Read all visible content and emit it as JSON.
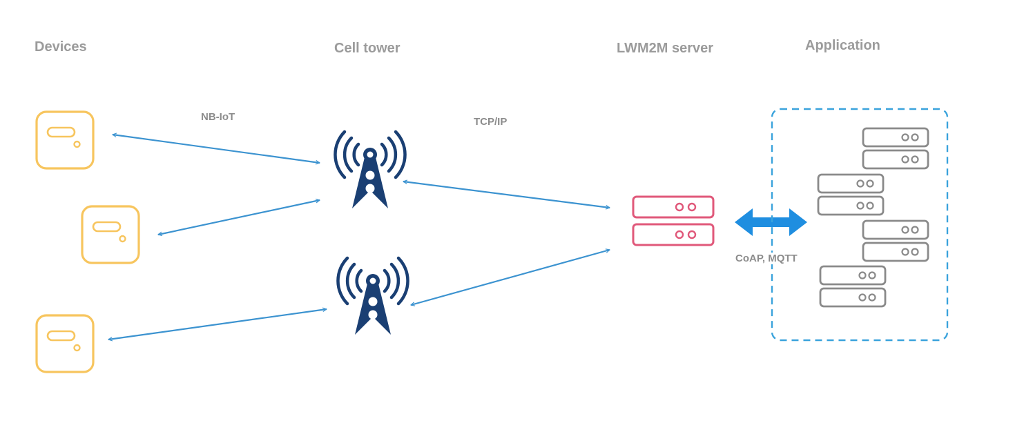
{
  "columns": {
    "devices": "Devices",
    "cell_tower": "Cell tower",
    "server": "LWM2M server",
    "application": "Application"
  },
  "links": {
    "device_to_tower": "NB-IoT",
    "tower_to_server": "TCP/IP",
    "server_to_app": "CoAP, MQTT"
  },
  "colors": {
    "device": "#f7c55e",
    "tower": "#1a3f73",
    "server": "#e0587a",
    "arrow": "#3c93d0",
    "thick_arrow": "#1f8ee0",
    "app_server": "#8a8a8a",
    "app_border": "#3aa3dc",
    "header_text": "#9b9b9b"
  },
  "icons": {
    "device": "iot-device-icon",
    "tower": "cell-tower-icon",
    "server": "server-icon",
    "app_server": "app-server-icon"
  }
}
